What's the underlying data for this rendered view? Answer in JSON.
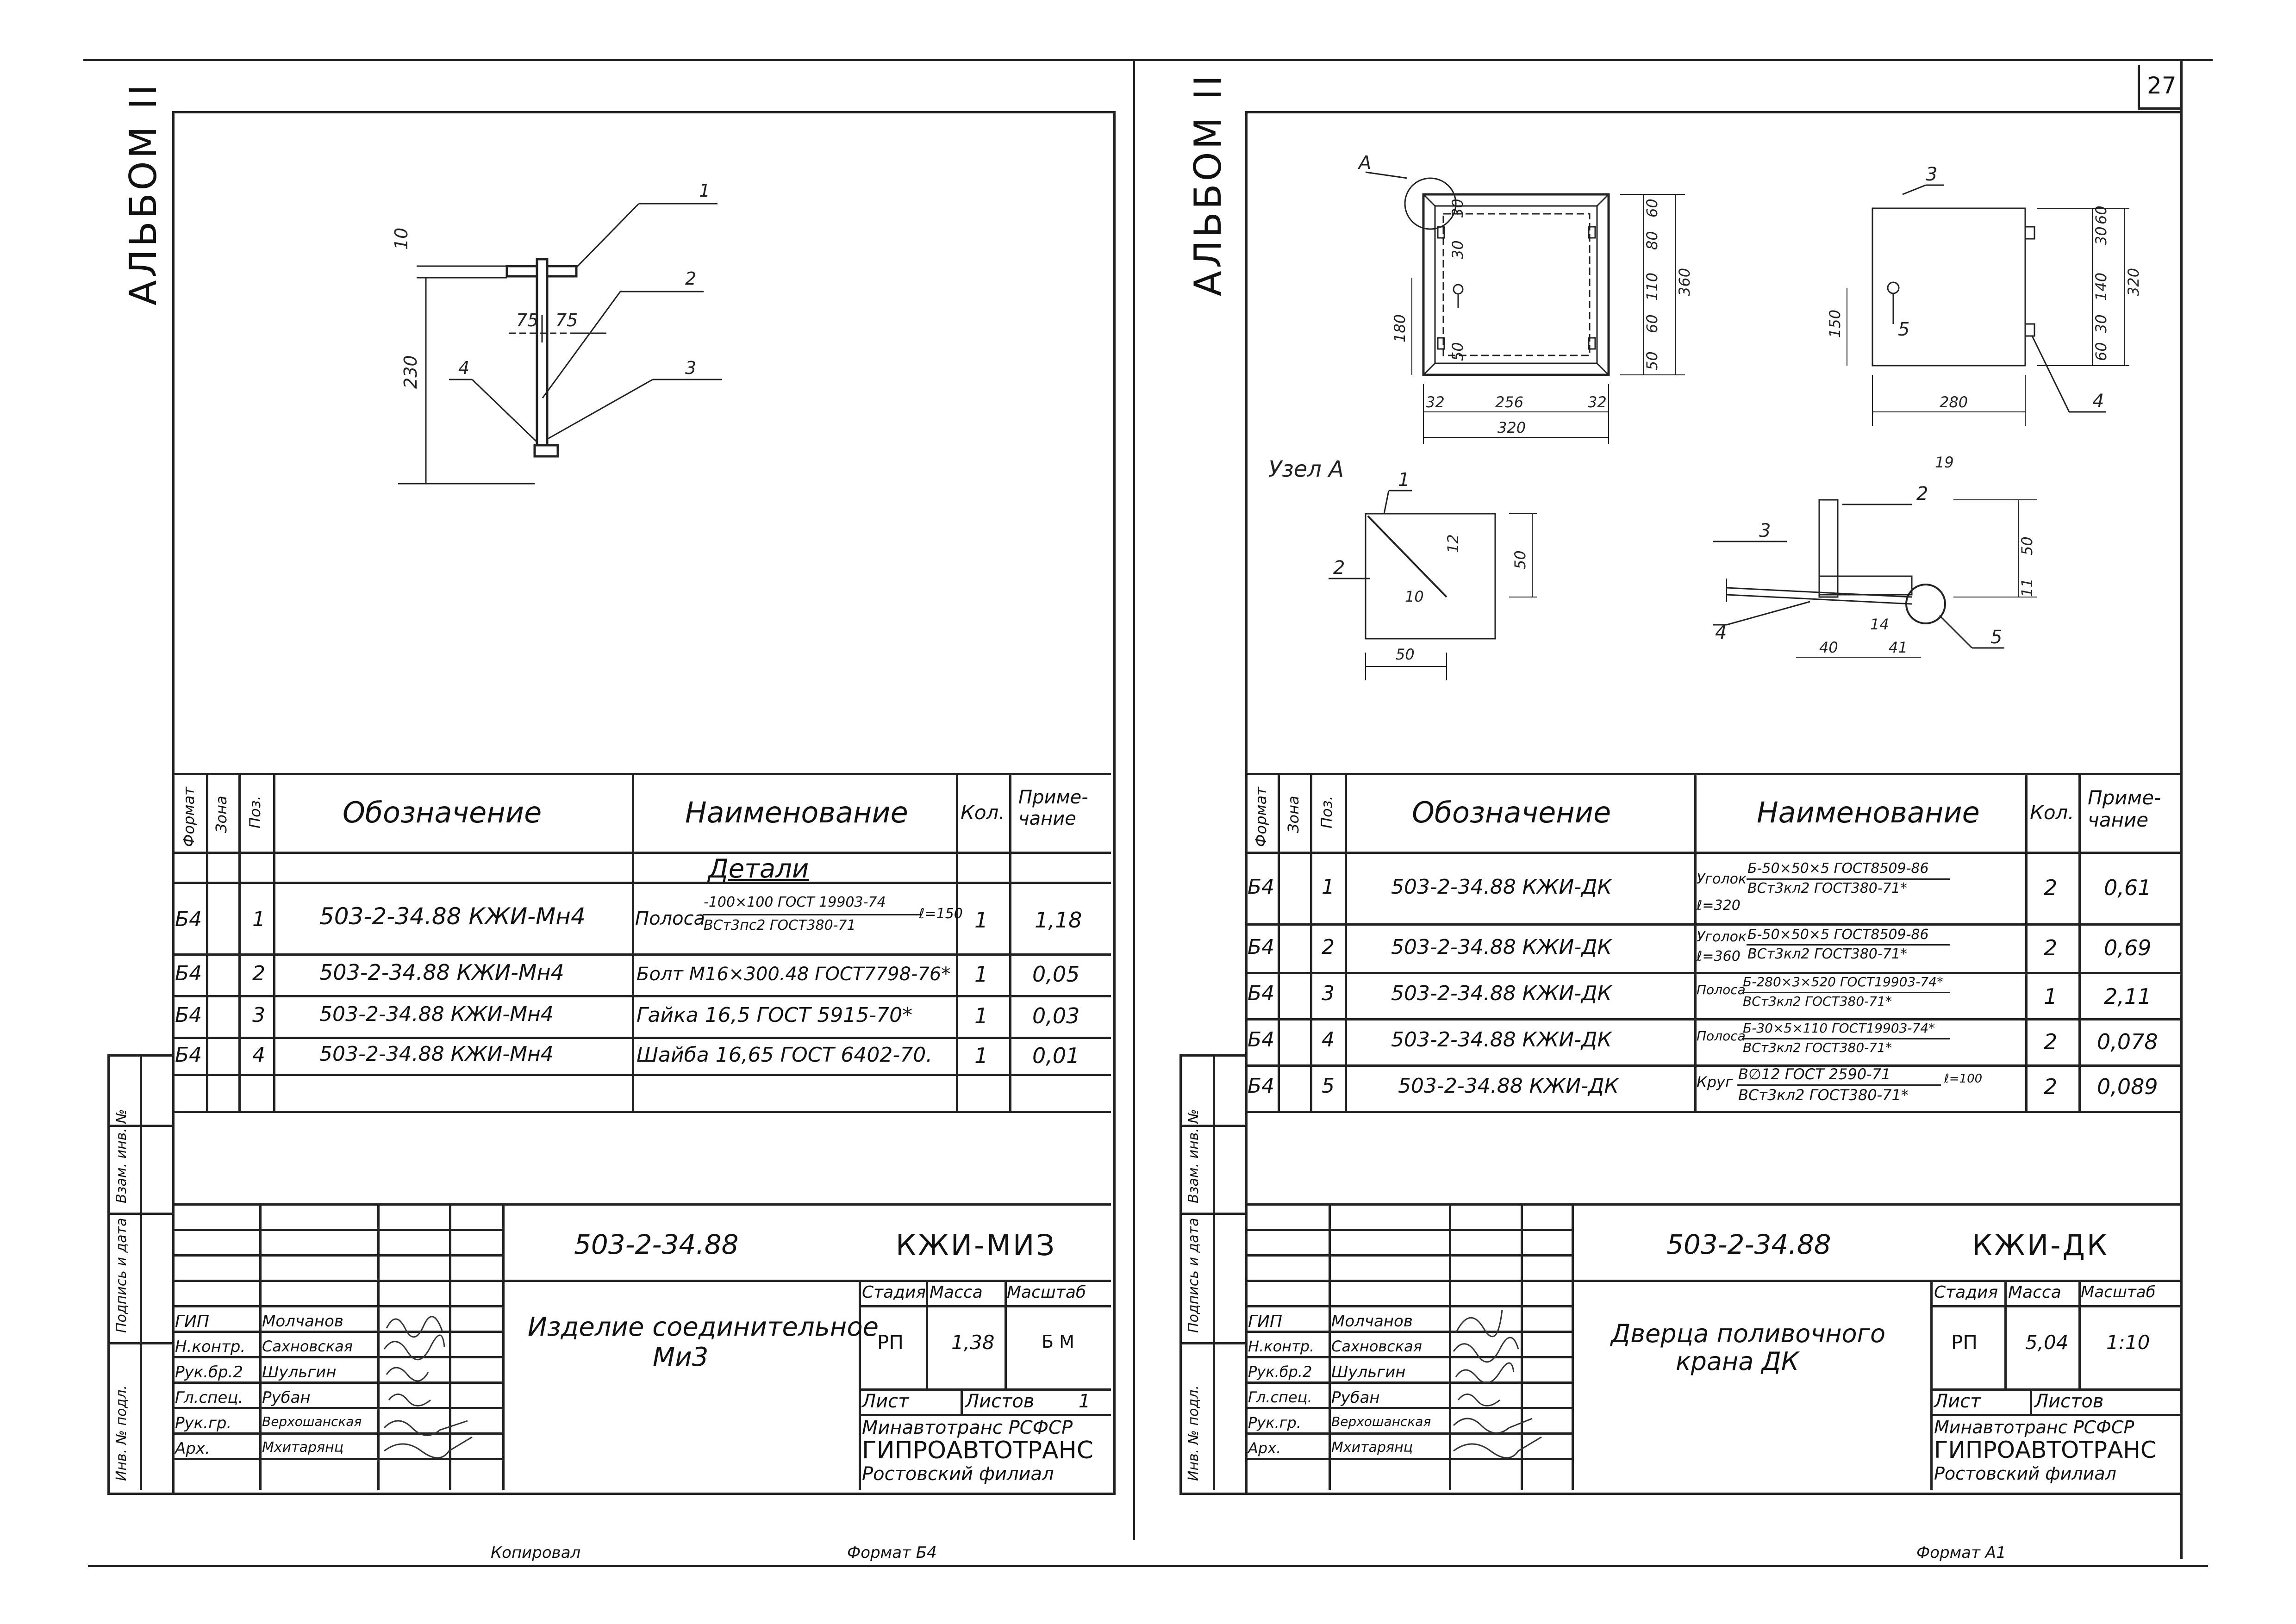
{
  "page_number": "27",
  "bottom": {
    "copied_label": "Копировал",
    "format_left": "Формат Б4",
    "format_right": "Формат А1"
  },
  "left": {
    "album_label": "АЛЬБОМ II",
    "drawing": {
      "callouts": [
        "1",
        "2",
        "3",
        "4"
      ],
      "dims": [
        "10",
        "230",
        "75",
        "75"
      ]
    },
    "headers": {
      "format": "Формат",
      "zone": "Зона",
      "pos": "Поз.",
      "designation": "Обозначение",
      "name": "Наименование",
      "qty": "Кол.",
      "note": "Приме-\nчание"
    },
    "section": "Детали",
    "rows": [
      {
        "fmt": "Б4",
        "pos": "1",
        "code": "503-2-34.88 КЖИ-Мн4",
        "name": "Полоса",
        "name_top": "-100×100 ГОСТ 19903-74",
        "name_bot": "ВСт3пс2 ГОСТ380-71",
        "name_extra": "ℓ=150",
        "qty": "1",
        "note": "1,18"
      },
      {
        "fmt": "Б4",
        "pos": "2",
        "code": "503-2-34.88 КЖИ-Мн4",
        "name": "Болт М16×300.48 ГОСТ7798-76*",
        "qty": "1",
        "note": "0,05"
      },
      {
        "fmt": "Б4",
        "pos": "3",
        "code": "503-2-34.88 КЖИ-Мн4",
        "name": "Гайка 16,5 ГОСТ 5915-70*",
        "qty": "1",
        "note": "0,03"
      },
      {
        "fmt": "Б4",
        "pos": "4",
        "code": "503-2-34.88 КЖИ-Мн4",
        "name": "Шайба 16,65 ГОСТ 6402-70.",
        "qty": "1",
        "note": "0,01"
      }
    ],
    "side_labels": [
      "Инв. № подл.",
      "Подпись и дата",
      "Взам. инв. №"
    ],
    "stamp": {
      "doc_code": "503-2-34.88",
      "doc_mark": "КЖИ-МИЗ",
      "title_line1": "Изделие соединительное",
      "title_line2": "Ми3",
      "roles": [
        "ГИП",
        "Н.контр.",
        "Рук.бр.2",
        "Гл.спец.",
        "Рук.гр.",
        "Арх."
      ],
      "names": [
        "Молчанов",
        "Сахновская",
        "Шульгин",
        "Рубан",
        "Верхошанская",
        "Мхитарянц"
      ],
      "stage_label": "Стадия",
      "mass_label": "Масса",
      "scale_label": "Масштаб",
      "stage": "РП",
      "mass": "1,38",
      "scale": "Б М",
      "sheet_label": "Лист",
      "sheets_label": "Листов",
      "sheets": "1",
      "org1": "Минавтотранс РСФСР",
      "org2": "ГИПРОАВТОТРАНС",
      "org3": "Ростовский филиал"
    }
  },
  "right": {
    "album_label": "АЛЬБОМ II",
    "drawing": {
      "callouts": [
        "А",
        "3",
        "5",
        "4",
        "1",
        "2",
        "3",
        "2",
        "4",
        "5"
      ],
      "node_label": "Узел А",
      "dims": [
        "60",
        "80",
        "110",
        "60",
        "50",
        "360",
        "30",
        "30",
        "50",
        "180",
        "32",
        "256",
        "32",
        "320",
        "60",
        "30",
        "140",
        "30",
        "60",
        "320",
        "150",
        "280",
        "12",
        "10",
        "50",
        "50",
        "19",
        "50",
        "11",
        "40",
        "14",
        "41"
      ]
    },
    "headers": {
      "format": "Формат",
      "zone": "Зона",
      "pos": "Поз.",
      "designation": "Обозначение",
      "name": "Наименование",
      "qty": "Кол.",
      "note": "Приме-\nчание"
    },
    "rows": [
      {
        "fmt": "Б4",
        "pos": "1",
        "code": "503-2-34.88 КЖИ-ДК",
        "name": "Уголок",
        "name_top": "Б-50×50×5 ГОСТ8509-86",
        "name_bot": "ВСт3кл2 ГОСТ380-71*",
        "name_extra": "ℓ=320",
        "qty": "2",
        "note": "0,61"
      },
      {
        "fmt": "Б4",
        "pos": "2",
        "code": "503-2-34.88 КЖИ-ДК",
        "name": "Уголок",
        "name_top": "Б-50×50×5 ГОСТ8509-86",
        "name_bot": "ВСт3кл2 ГОСТ380-71*",
        "name_extra": "ℓ=360",
        "qty": "2",
        "note": "0,69"
      },
      {
        "fmt": "Б4",
        "pos": "3",
        "code": "503-2-34.88 КЖИ-ДК",
        "name": "Полоса",
        "name_top": "Б-280×3×520 ГОСТ19903-74*",
        "name_bot": "ВСт3кл2 ГОСТ380-71*",
        "name_extra": "",
        "qty": "1",
        "note": "2,11"
      },
      {
        "fmt": "Б4",
        "pos": "4",
        "code": "503-2-34.88 КЖИ-ДК",
        "name": "Полоса",
        "name_top": "Б-30×5×110 ГОСТ19903-74*",
        "name_bot": "ВСт3кл2 ГОСТ380-71*",
        "name_extra": "",
        "qty": "2",
        "note": "0,078"
      },
      {
        "fmt": "Б4",
        "pos": "5",
        "code": "503-2-34.88 КЖИ-ДК",
        "name": "Круг",
        "name_top": "В∅12 ГОСТ 2590-71",
        "name_bot": "ВСт3кл2 ГОСТ380-71*",
        "name_extra": "ℓ=100",
        "qty": "2",
        "note": "0,089"
      }
    ],
    "side_labels": [
      "Инв. № подл.",
      "Подпись и дата",
      "Взам. инв. №"
    ],
    "stamp": {
      "doc_code": "503-2-34.88",
      "doc_mark": "КЖИ-ДК",
      "title_line1": "Дверца поливочного",
      "title_line2": "крана ДК",
      "roles": [
        "ГИП",
        "Н.контр.",
        "Рук.бр.2",
        "Гл.спец.",
        "Рук.гр.",
        "Арх."
      ],
      "names": [
        "Молчанов",
        "Сахновская",
        "Шульгин",
        "Рубан",
        "Верхошанская",
        "Мхитарянц"
      ],
      "stage_label": "Стадия",
      "mass_label": "Масса",
      "scale_label": "Масштаб",
      "stage": "РП",
      "mass": "5,04",
      "scale": "1:10",
      "sheet_label": "Лист",
      "sheets_label": "Листов",
      "org1": "Минавтотранс РСФСР",
      "org2": "ГИПРОАВТОТРАНС",
      "org3": "Ростовский филиал"
    }
  }
}
